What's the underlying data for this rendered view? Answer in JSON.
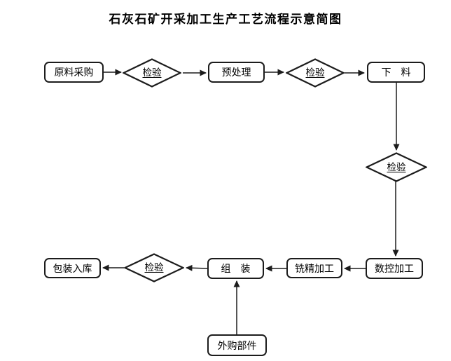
{
  "title": "石灰石矿开采加工生产工艺流程示意简图",
  "diagram_type": "flowchart",
  "flowchart": {
    "nodes": {
      "raw_material": {
        "label": "原料采购",
        "shape": "rounded-rect"
      },
      "inspect1": {
        "label": "检验",
        "shape": "diamond"
      },
      "pretreat": {
        "label": "预处理",
        "shape": "rounded-rect"
      },
      "inspect2": {
        "label": "检验",
        "shape": "diamond"
      },
      "blanking": {
        "label": "下　料",
        "shape": "rounded-rect"
      },
      "inspect3": {
        "label": "检验",
        "shape": "diamond"
      },
      "cnc": {
        "label": "数控加工",
        "shape": "rounded-rect"
      },
      "milling": {
        "label": "铣精加工",
        "shape": "rounded-rect"
      },
      "assembly": {
        "label": "组　装",
        "shape": "rounded-rect"
      },
      "inspect4": {
        "label": "检验",
        "shape": "diamond"
      },
      "packaging": {
        "label": "包装入库",
        "shape": "rounded-rect"
      },
      "purchased": {
        "label": "外购部件",
        "shape": "rounded-rect"
      }
    },
    "edges": [
      {
        "from": "raw_material",
        "to": "inspect1"
      },
      {
        "from": "inspect1",
        "to": "pretreat"
      },
      {
        "from": "pretreat",
        "to": "inspect2"
      },
      {
        "from": "inspect2",
        "to": "blanking"
      },
      {
        "from": "blanking",
        "to": "inspect3"
      },
      {
        "from": "inspect3",
        "to": "cnc"
      },
      {
        "from": "cnc",
        "to": "milling"
      },
      {
        "from": "milling",
        "to": "assembly"
      },
      {
        "from": "assembly",
        "to": "inspect4"
      },
      {
        "from": "inspect4",
        "to": "packaging"
      },
      {
        "from": "purchased",
        "to": "assembly"
      }
    ],
    "colors": {
      "line": "#1c1c1c",
      "node_fill": "#ffffff",
      "background": "#ffffff"
    }
  }
}
